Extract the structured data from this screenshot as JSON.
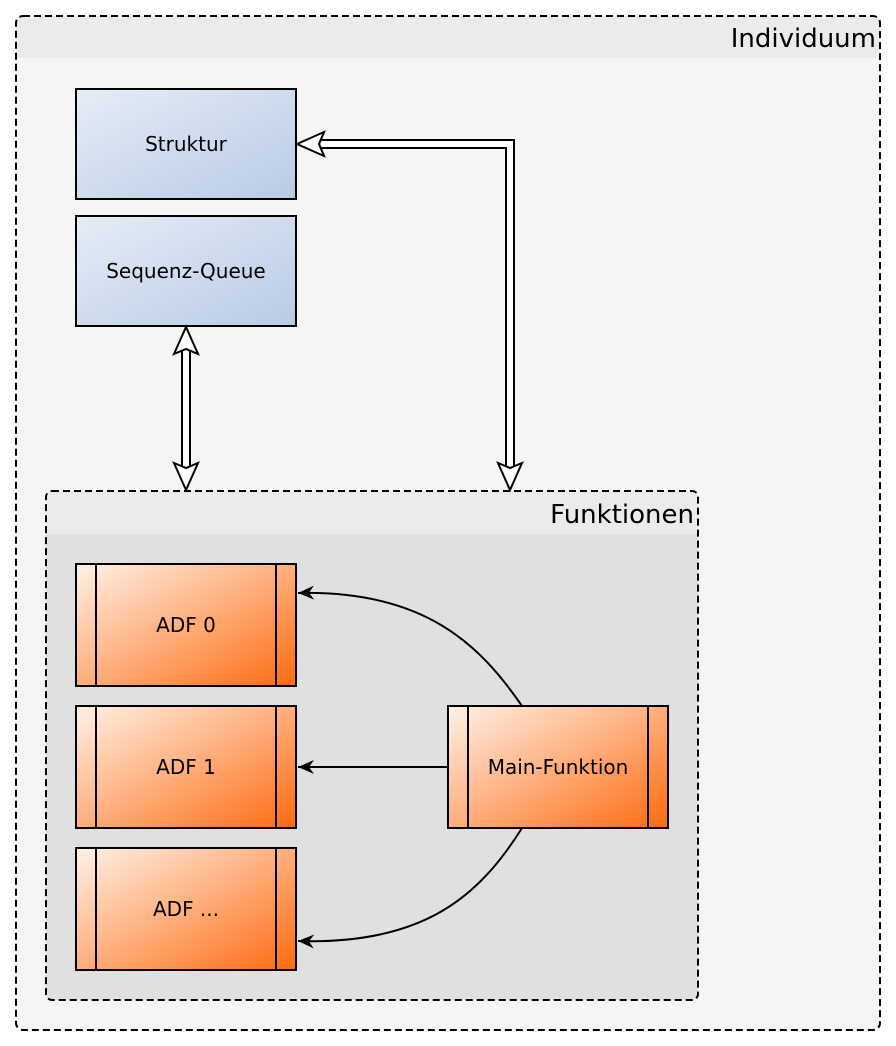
{
  "containers": {
    "outer": {
      "title": "Individuum"
    },
    "inner": {
      "title": "Funktionen"
    }
  },
  "nodes": {
    "struktur": {
      "label": "Struktur"
    },
    "sequenz": {
      "label": "Sequenz-Queue"
    },
    "adf0": {
      "label": "ADF 0"
    },
    "adf1": {
      "label": "ADF 1"
    },
    "adfn": {
      "label": "ADF ..."
    },
    "main": {
      "label": "Main-Funktion"
    }
  },
  "edges": [
    {
      "from": "struktur",
      "to": "Funktionen",
      "style": "double-hollow",
      "direction": "both"
    },
    {
      "from": "sequenz",
      "to": "Funktionen",
      "style": "double-hollow",
      "direction": "both"
    },
    {
      "from": "main",
      "to": "adf0",
      "style": "solid-arrow"
    },
    {
      "from": "main",
      "to": "adf1",
      "style": "solid-arrow"
    },
    {
      "from": "main",
      "to": "adfn",
      "style": "solid-arrow"
    }
  ],
  "colors": {
    "container_outer_fill": "#f5f5f5",
    "container_outer_header": "#ebebeb",
    "container_inner_fill": "#e0e0e0",
    "container_inner_header": "#ebebeb",
    "blue_light": "#e6edf7",
    "blue_dark": "#b8cbe5",
    "orange_light": "#fff2e8",
    "orange_dark": "#ff6a0f",
    "stroke": "#000000"
  }
}
